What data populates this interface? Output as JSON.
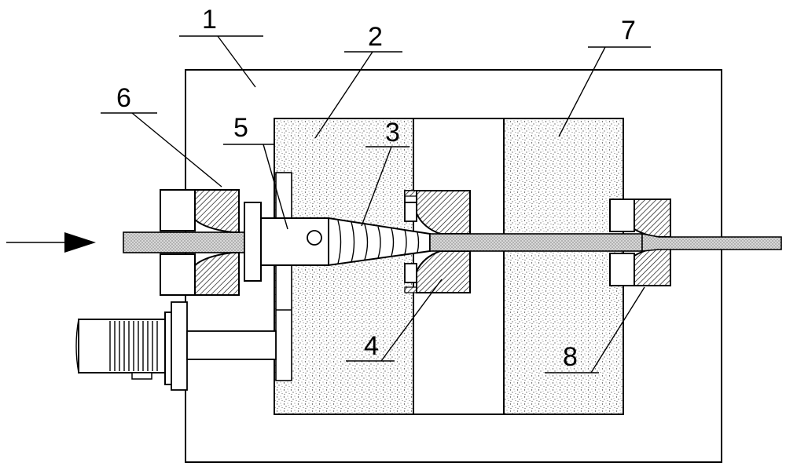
{
  "labels": {
    "l1": "1",
    "l2": "2",
    "l3": "3",
    "l4": "4",
    "l5": "5",
    "l6": "6",
    "l7": "7",
    "l8": "8"
  },
  "colors": {
    "line": "#000000",
    "speckle_fill": "#f2f2f2",
    "hatch_fill": "#cccccc",
    "background": "#ffffff"
  }
}
